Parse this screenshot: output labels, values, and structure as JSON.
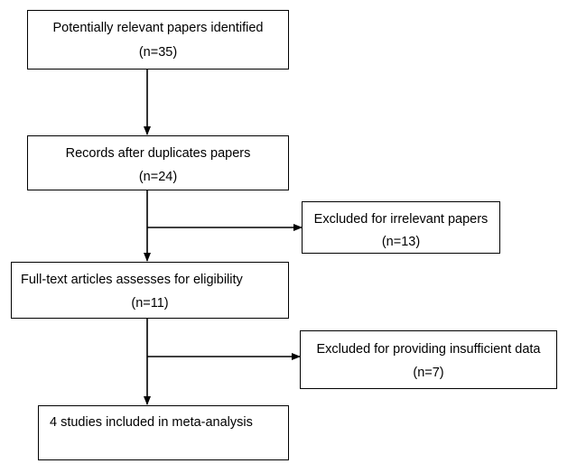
{
  "flowchart": {
    "identified": {
      "label": "Potentially relevant papers identified",
      "count": "(n=35)"
    },
    "after_duplicates": {
      "label": "Records after duplicates papers",
      "count": "(n=24)"
    },
    "excluded_irrelevant": {
      "label": "Excluded for irrelevant papers",
      "count": "(n=13)"
    },
    "full_text": {
      "label": "Full-text articles assesses for eligibility",
      "count": "(n=11)"
    },
    "excluded_insufficient": {
      "label": "Excluded for providing insufficient data",
      "count": "(n=7)"
    },
    "included": {
      "label": "4 studies included in meta-analysis"
    }
  }
}
